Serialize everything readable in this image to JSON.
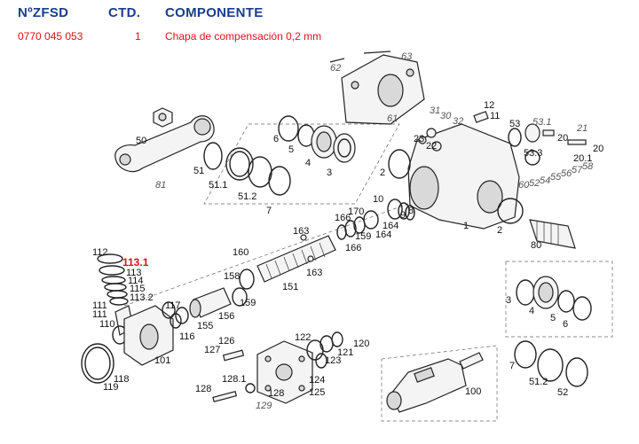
{
  "header": {
    "part_number_label": "NºZFSD",
    "quantity_label": "CTD.",
    "component_label": "COMPONENTE"
  },
  "row": {
    "part_number": "0770 045 053",
    "quantity": "1",
    "component": "Chapa de compensación 0,2 mm"
  },
  "diagram": {
    "highlighted_callout": "113.1",
    "callouts": {
      "c50": "50",
      "c81": "81",
      "c51": "51",
      "c51_1": "51.1",
      "c51_2": "51.2",
      "c7": "7",
      "c6": "6",
      "c5": "5",
      "c4": "4",
      "c3": "3",
      "c62": "62",
      "c63": "63",
      "c61": "61",
      "c31": "31",
      "c30": "30",
      "c32": "32",
      "c12": "12",
      "c11": "11",
      "c23": "23",
      "c22": "22",
      "c53": "53",
      "c53_1": "53.1",
      "c21": "21",
      "c20": "20",
      "c20b": "20",
      "c20_1": "20.1",
      "c53_3": "53.3",
      "c60": "60",
      "c52": "52",
      "c54": "54",
      "c55": "55",
      "c56": "56",
      "c57": "57",
      "c58": "58",
      "c2": "2",
      "c2b": "2",
      "c1": "1",
      "c80": "80",
      "c10": "10",
      "c9": "9",
      "c8": "8",
      "c170": "170",
      "c166": "166",
      "c166b": "166",
      "c164": "164",
      "c164b": "164",
      "c159": "159",
      "c159b": "159",
      "c163": "163",
      "c163b": "163",
      "c160": "160",
      "c158": "158",
      "c151": "151",
      "c156": "156",
      "c155": "155",
      "c112": "112",
      "c113": "113",
      "c114": "114",
      "c115": "115",
      "c113_2": "113.2",
      "c111": "111",
      "c111b": "111",
      "c110": "110",
      "c117": "117",
      "c116": "116",
      "c101": "101",
      "c118": "118",
      "c119": "119",
      "c126": "126",
      "c127": "127",
      "c122": "122",
      "c123": "123",
      "c121": "121",
      "c120": "120",
      "c124": "124",
      "c125": "125",
      "c128": "128",
      "c128_1": "128.1",
      "c128b": "128",
      "c129": "129",
      "c100": "100",
      "c3b": "3",
      "c4b": "4",
      "c5b": "5",
      "c6b": "6",
      "c7b": "7",
      "c51_2b": "51.2",
      "c52b": "52"
    }
  }
}
